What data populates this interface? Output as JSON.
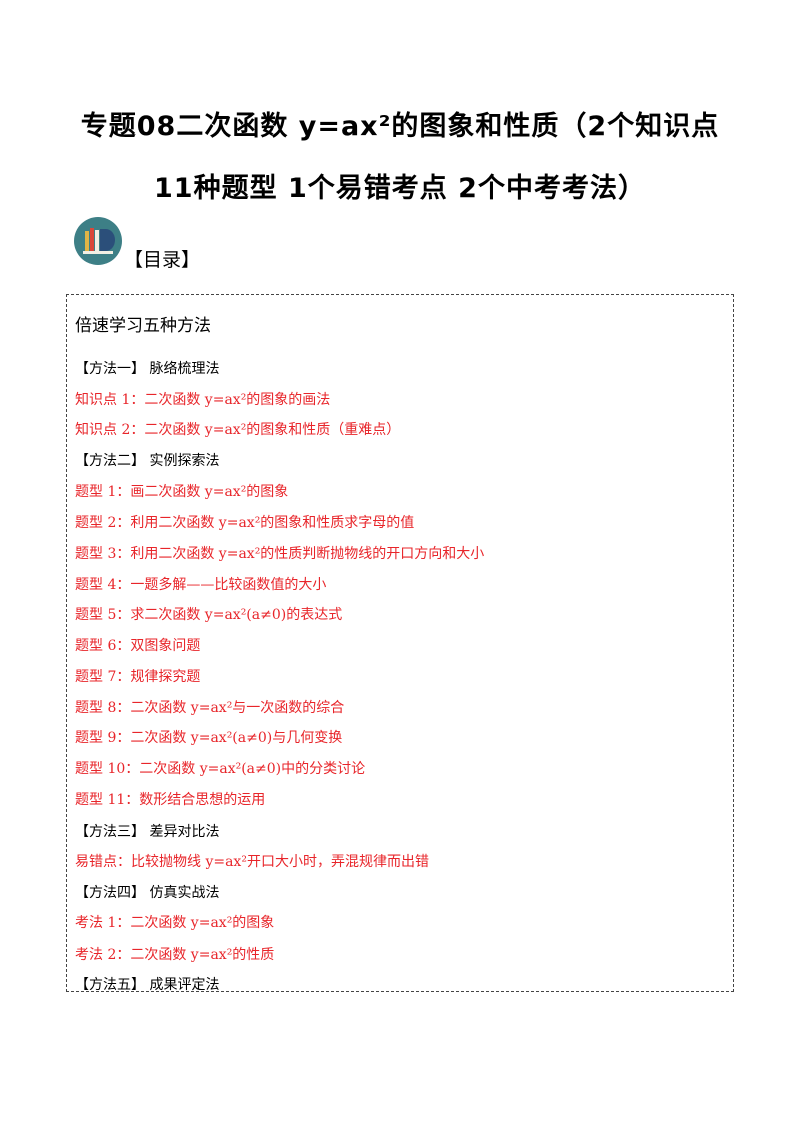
{
  "title": {
    "line1": "专题08二次函数 y=ax²的图象和性质（2个知识点",
    "line2": "11种题型 1个易错考点 2个中考考法）"
  },
  "toc_label": "【目录】",
  "box_header": "倍速学习五种方法",
  "entries": [
    {
      "text": "【方法一】 脉络梳理法",
      "kind": "method"
    },
    {
      "text": "知识点 1：二次函数 y=ax²的图象的画法",
      "kind": "red"
    },
    {
      "text": "知识点 2：二次函数 y=ax²的图象和性质（重难点）",
      "kind": "red"
    },
    {
      "text": "【方法二】 实例探索法",
      "kind": "method"
    },
    {
      "text": "题型 1：画二次函数 y=ax²的图象",
      "kind": "red"
    },
    {
      "text": "题型 2：利用二次函数 y=ax²的图象和性质求字母的值",
      "kind": "red"
    },
    {
      "text": "题型 3：利用二次函数 y=ax²的性质判断抛物线的开口方向和大小",
      "kind": "red"
    },
    {
      "text": "题型 4：一题多解——比较函数值的大小",
      "kind": "red"
    },
    {
      "text": "题型 5：求二次函数 y=ax²(a≠0)的表达式",
      "kind": "red"
    },
    {
      "text": "题型 6：双图象问题",
      "kind": "red"
    },
    {
      "text": "题型 7：规律探究题",
      "kind": "red"
    },
    {
      "text": "题型 8：二次函数 y=ax²与一次函数的综合",
      "kind": "red"
    },
    {
      "text": "题型 9：二次函数 y=ax²(a≠0)与几何变换",
      "kind": "red"
    },
    {
      "text": "题型 10：二次函数 y=ax²(a≠0)中的分类讨论",
      "kind": "red"
    },
    {
      "text": "题型 11：数形结合思想的运用",
      "kind": "red"
    },
    {
      "text": "【方法三】 差异对比法",
      "kind": "method"
    },
    {
      "text": "易错点：比较抛物线 y=ax²开口大小时，弄混规律而出错",
      "kind": "red"
    },
    {
      "text": "【方法四】 仿真实战法",
      "kind": "method"
    },
    {
      "text": "考法 1：二次函数 y=ax²的图象",
      "kind": "red"
    },
    {
      "text": "考法 2：二次函数 y=ax²的性质",
      "kind": "red"
    },
    {
      "text": "【方法五】 成果评定法",
      "kind": "method"
    }
  ],
  "icons": {
    "toc": "books-logo-icon"
  },
  "colors": {
    "red": "#e8252a",
    "logo_bg": "#3d7f86"
  }
}
